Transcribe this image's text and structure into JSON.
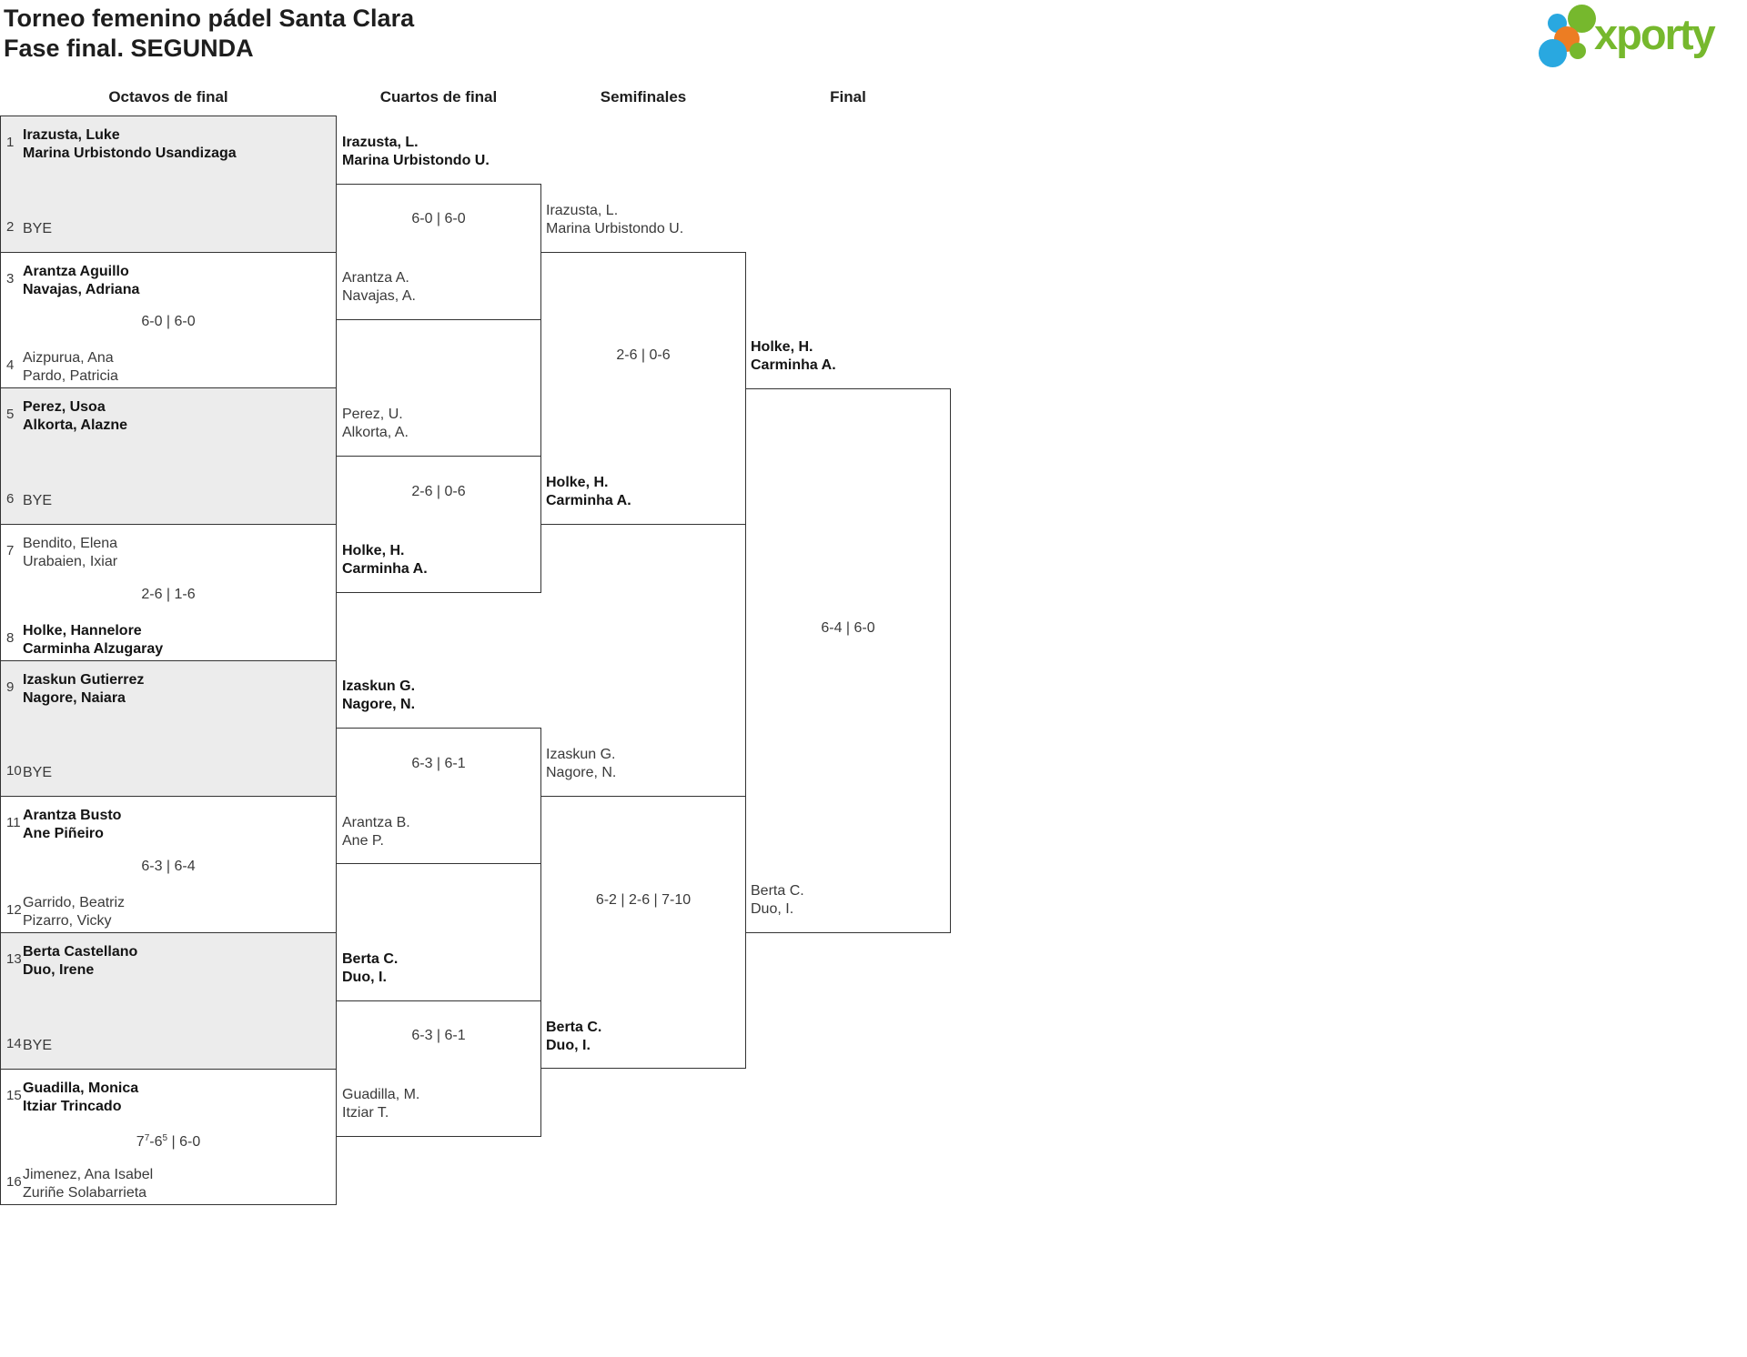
{
  "title": {
    "line1": "Torneo femenino pádel Santa Clara",
    "line2": "Fase final. SEGUNDA"
  },
  "logo": {
    "brand": "xporty"
  },
  "headers": [
    "Octavos de final",
    "Cuartos de final",
    "Semifinales",
    "Final"
  ],
  "colors": {
    "brand_green": "#76b82d",
    "brand_blue": "#29a8e0",
    "brand_orange": "#ec7d23",
    "bye_fill": "#ececec",
    "line": "#333333"
  },
  "octavos": [
    {
      "num_top": "1",
      "top1": "Irazusta, Luke",
      "top2": "Marina Urbistondo Usandizaga",
      "num_bottom": "2",
      "bottom1": "BYE",
      "bottom2": "",
      "score": ""
    },
    {
      "num_top": "3",
      "top1": "Arantza Aguillo",
      "top2": "Navajas, Adriana",
      "num_bottom": "4",
      "bottom1": "Aizpurua, Ana",
      "bottom2": "Pardo, Patricia",
      "score": "6-0 | 6-0"
    },
    {
      "num_top": "5",
      "top1": "Perez, Usoa",
      "top2": "Alkorta, Alazne",
      "num_bottom": "6",
      "bottom1": "BYE",
      "bottom2": "",
      "score": ""
    },
    {
      "num_top": "7",
      "top1": "Bendito, Elena",
      "top2": "Urabaien, Ixiar",
      "num_bottom": "8",
      "bottom1": "Holke, Hannelore",
      "bottom2": "Carminha Alzugaray",
      "score": "2-6 | 1-6"
    },
    {
      "num_top": "9",
      "top1": "Izaskun Gutierrez",
      "top2": "Nagore, Naiara",
      "num_bottom": "10",
      "bottom1": "BYE",
      "bottom2": "",
      "score": ""
    },
    {
      "num_top": "11",
      "top1": "Arantza Busto",
      "top2": "Ane Piñeiro",
      "num_bottom": "12",
      "bottom1": "Garrido, Beatriz",
      "bottom2": "Pizarro, Vicky",
      "score": "6-3 | 6-4"
    },
    {
      "num_top": "13",
      "top1": "Berta Castellano",
      "top2": "Duo, Irene",
      "num_bottom": "14",
      "bottom1": "BYE",
      "bottom2": "",
      "score": ""
    },
    {
      "num_top": "15",
      "top1": "Guadilla, Monica",
      "top2": "Itziar Trincado",
      "num_bottom": "16",
      "bottom1": "Jimenez, Ana Isabel",
      "bottom2": "Zuriñe Solabarrieta",
      "score_tb": {
        "a": "7",
        "a_sup": "7",
        "b": "-6",
        "b_sup": "5",
        "c": " | 6-0"
      }
    }
  ],
  "cuartos": [
    {
      "top1": "Irazusta, L.",
      "top2": "Marina Urbistondo U.",
      "bottom1": "Arantza A.",
      "bottom2": "Navajas, A.",
      "score": "6-0 | 6-0"
    },
    {
      "top1": "Perez, U.",
      "top2": "Alkorta, A.",
      "bottom1": "Holke, H.",
      "bottom2": "Carminha A.",
      "score": "2-6 | 0-6"
    },
    {
      "top1": "Izaskun G.",
      "top2": "Nagore, N.",
      "bottom1": "Arantza B.",
      "bottom2": "Ane P.",
      "score": "6-3 | 6-1"
    },
    {
      "top1": "Berta C.",
      "top2": "Duo, I.",
      "bottom1": "Guadilla, M.",
      "bottom2": "Itziar T.",
      "score": "6-3 | 6-1"
    }
  ],
  "semifinales": [
    {
      "top1": "Irazusta, L.",
      "top2": "Marina Urbistondo U.",
      "bottom1": "Holke, H.",
      "bottom2": "Carminha A.",
      "score": "2-6 | 0-6"
    },
    {
      "top1": "Izaskun G.",
      "top2": "Nagore, N.",
      "bottom1": "Berta C.",
      "bottom2": "Duo, I.",
      "score": "6-2 | 2-6 | 7-10"
    }
  ],
  "final": {
    "top1": "Holke, H.",
    "top2": "Carminha A.",
    "bottom1": "Berta C.",
    "bottom2": "Duo, I.",
    "score": "6-4 | 6-0"
  }
}
